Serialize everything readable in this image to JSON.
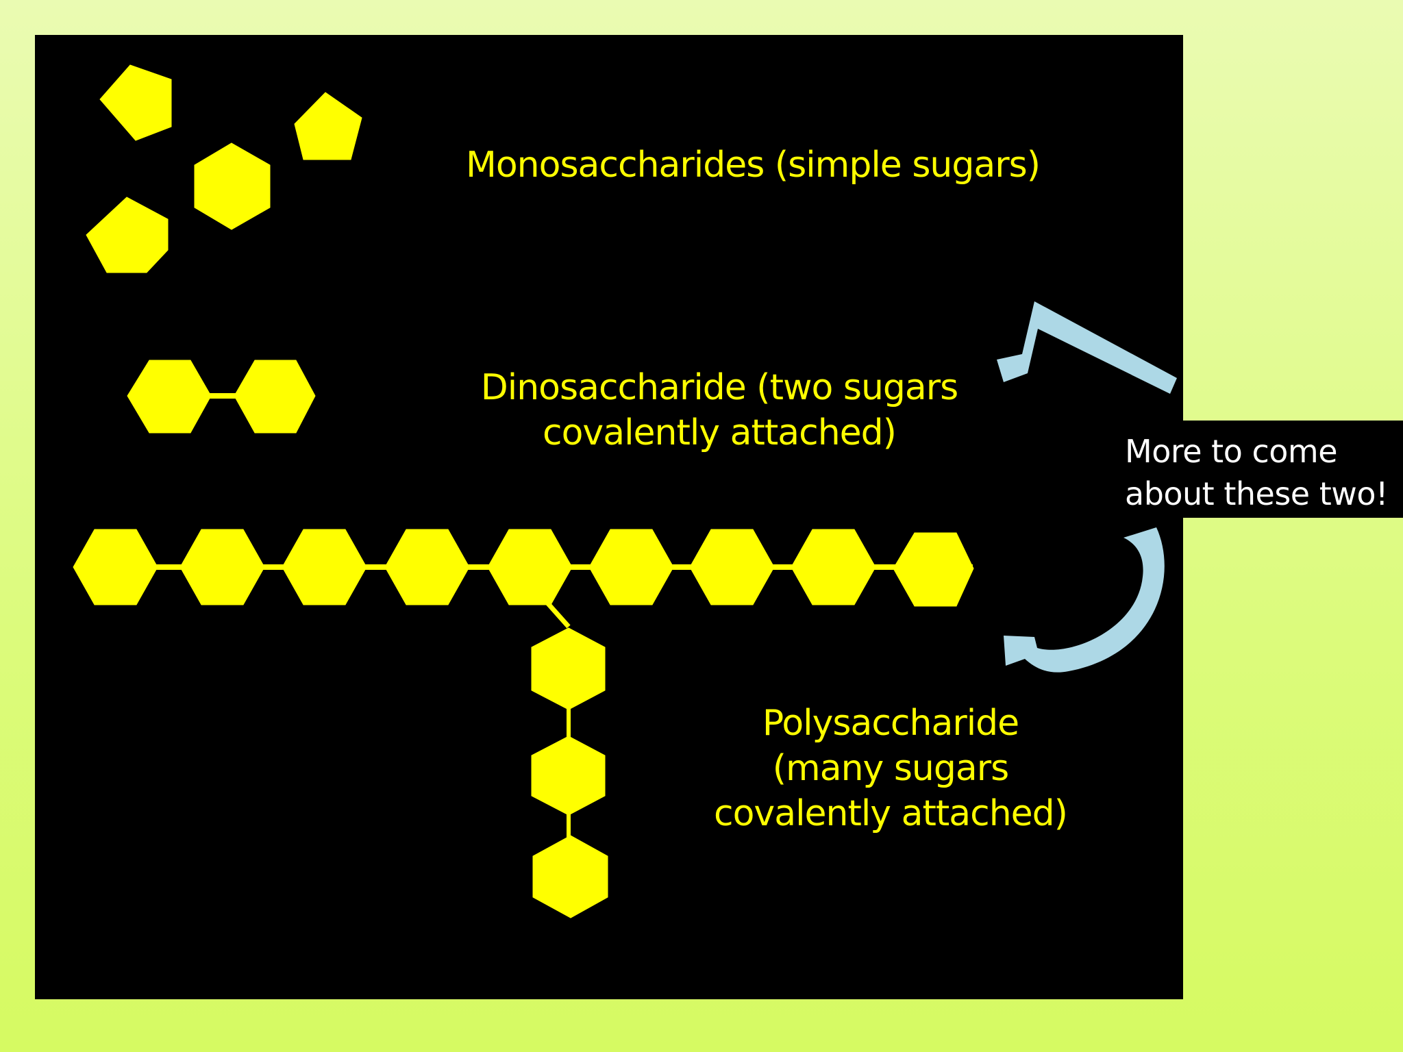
{
  "labels": {
    "monosaccharides": "Monosaccharides (simple sugars)",
    "disaccharide_line1": "Dinosaccharide (two sugars",
    "disaccharide_line2": "covalently attached)",
    "polysaccharide_line1": "Polysaccharide",
    "polysaccharide_line2": "(many sugars",
    "polysaccharide_line3": "covalently attached)"
  },
  "callout": {
    "line1": "More to come",
    "line2": "about these two!"
  },
  "colors": {
    "background_top": "#eafbb2",
    "background_bottom": "#d6fa62",
    "panel": "#000000",
    "sugar": "#ffff00",
    "arrow": "#add8e6",
    "callout_text": "#ffffff"
  },
  "icons": {
    "monosaccharide_shapes": [
      "pentagon",
      "pentagon",
      "hexagon",
      "hexagon"
    ],
    "disaccharide_units": 2,
    "polysaccharide_main_chain_units": 9,
    "polysaccharide_branch_units": 3,
    "arrows": [
      "arrow-to-disaccharide-icon",
      "curved-arrow-to-polysaccharide-icon"
    ]
  }
}
